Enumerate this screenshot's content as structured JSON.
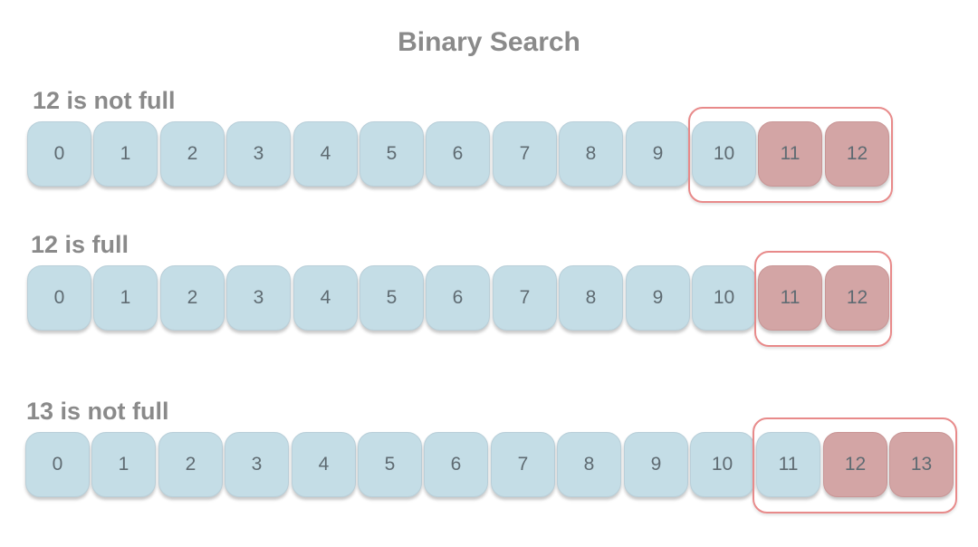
{
  "title": "Binary Search",
  "colors": {
    "cell_fill": "#c4dde6",
    "highlight_fill": "#d3a5a5",
    "frame_stroke": "#e88a8a",
    "label_text": "#8a8a8a",
    "cell_text": "#5f6b72"
  },
  "rows": [
    {
      "label": "12 is not full",
      "cells": [
        {
          "text": "0",
          "highlight": false
        },
        {
          "text": "1",
          "highlight": false
        },
        {
          "text": "2",
          "highlight": false
        },
        {
          "text": "3",
          "highlight": false
        },
        {
          "text": "4",
          "highlight": false
        },
        {
          "text": "5",
          "highlight": false
        },
        {
          "text": "6",
          "highlight": false
        },
        {
          "text": "7",
          "highlight": false
        },
        {
          "text": "8",
          "highlight": false
        },
        {
          "text": "9",
          "highlight": false
        },
        {
          "text": "10",
          "highlight": false
        },
        {
          "text": "11",
          "highlight": true
        },
        {
          "text": "12",
          "highlight": true
        }
      ],
      "framed_range": [
        10,
        12
      ]
    },
    {
      "label": "12 is full",
      "cells": [
        {
          "text": "0",
          "highlight": false
        },
        {
          "text": "1",
          "highlight": false
        },
        {
          "text": "2",
          "highlight": false
        },
        {
          "text": "3",
          "highlight": false
        },
        {
          "text": "4",
          "highlight": false
        },
        {
          "text": "5",
          "highlight": false
        },
        {
          "text": "6",
          "highlight": false
        },
        {
          "text": "7",
          "highlight": false
        },
        {
          "text": "8",
          "highlight": false
        },
        {
          "text": "9",
          "highlight": false
        },
        {
          "text": "10",
          "highlight": false
        },
        {
          "text": "11",
          "highlight": true
        },
        {
          "text": "12",
          "highlight": true
        }
      ],
      "framed_range": [
        11,
        12
      ]
    },
    {
      "label": "13 is not full",
      "cells": [
        {
          "text": "0",
          "highlight": false
        },
        {
          "text": "1",
          "highlight": false
        },
        {
          "text": "2",
          "highlight": false
        },
        {
          "text": "3",
          "highlight": false
        },
        {
          "text": "4",
          "highlight": false
        },
        {
          "text": "5",
          "highlight": false
        },
        {
          "text": "6",
          "highlight": false
        },
        {
          "text": "7",
          "highlight": false
        },
        {
          "text": "8",
          "highlight": false
        },
        {
          "text": "9",
          "highlight": false
        },
        {
          "text": "10",
          "highlight": false
        },
        {
          "text": "11",
          "highlight": false
        },
        {
          "text": "12",
          "highlight": true
        },
        {
          "text": "13",
          "highlight": true
        }
      ],
      "framed_range": [
        11,
        13
      ]
    }
  ]
}
